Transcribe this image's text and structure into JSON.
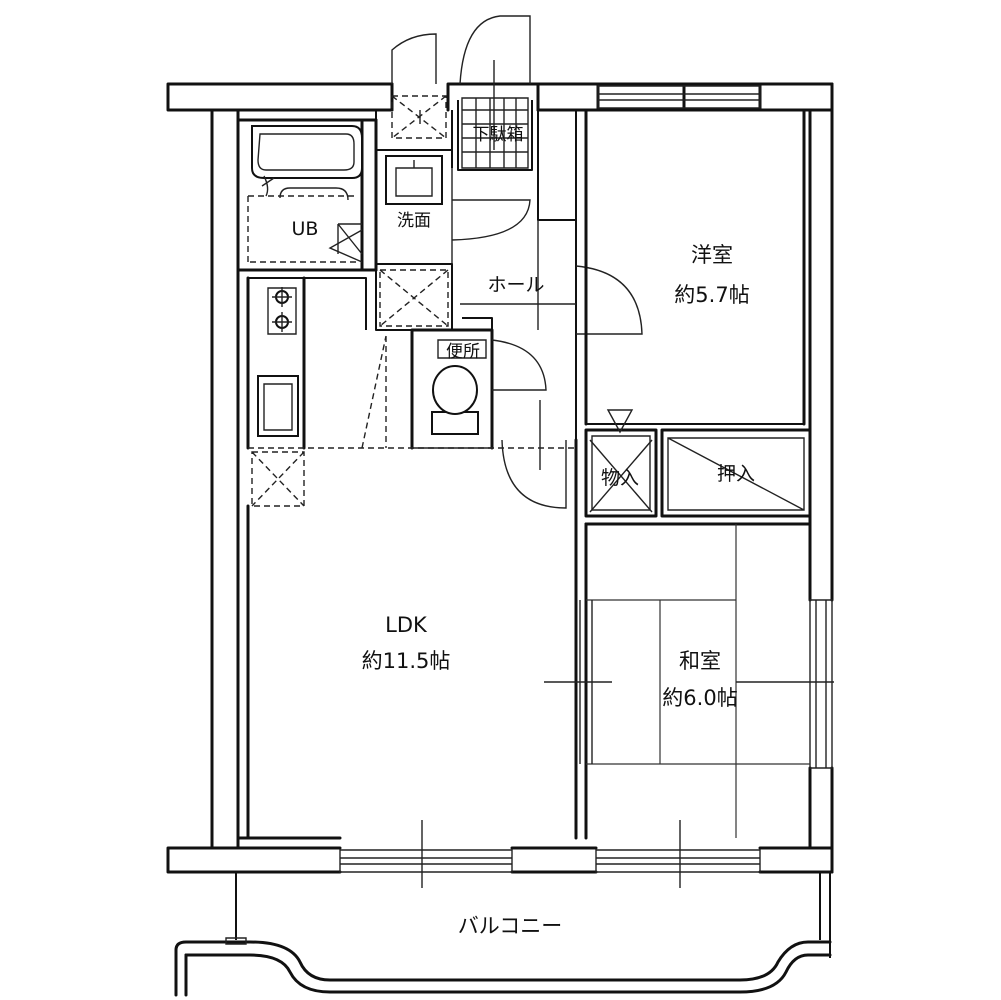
{
  "rooms": {
    "western": {
      "name": "洋室",
      "area": "約5.7帖"
    },
    "ldk": {
      "name": "LDK",
      "area": "約11.5帖"
    },
    "japanese": {
      "name": "和室",
      "area": "約6.0帖"
    },
    "hall": {
      "name": "ホール"
    },
    "washroom": {
      "name": "洗面"
    },
    "bath": {
      "name": "UB"
    },
    "toilet": {
      "name": "便所"
    },
    "shoe_storage": {
      "name": "下駄箱"
    },
    "storage_closet": {
      "name": "物入"
    },
    "oshiire": {
      "name": "押入"
    },
    "balcony": {
      "name": "バルコニー"
    }
  }
}
